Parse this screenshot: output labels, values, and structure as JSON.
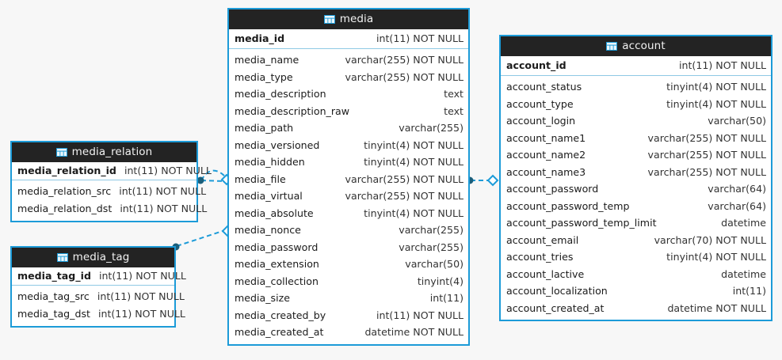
{
  "diagram": {
    "kind": "entity-relationship-diagram",
    "background_color": "#f7f7f7",
    "accent_color": "#1c9bd8",
    "header_color": "#232323",
    "header_text_color": "#f2f2f2",
    "table_icon_name": "table-icon"
  },
  "entities": [
    {
      "id": "media",
      "name": "media",
      "primary_key": {
        "name": "media_id",
        "type": "int(11) NOT NULL"
      },
      "columns": [
        {
          "name": "media_name",
          "type": "varchar(255) NOT NULL"
        },
        {
          "name": "media_type",
          "type": "varchar(255) NOT NULL"
        },
        {
          "name": "media_description",
          "type": "text"
        },
        {
          "name": "media_description_raw",
          "type": "text"
        },
        {
          "name": "media_path",
          "type": "varchar(255)"
        },
        {
          "name": "media_versioned",
          "type": "tinyint(4) NOT NULL"
        },
        {
          "name": "media_hidden",
          "type": "tinyint(4) NOT NULL"
        },
        {
          "name": "media_file",
          "type": "varchar(255) NOT NULL"
        },
        {
          "name": "media_virtual",
          "type": "varchar(255) NOT NULL"
        },
        {
          "name": "media_absolute",
          "type": "tinyint(4) NOT NULL"
        },
        {
          "name": "media_nonce",
          "type": "varchar(255)"
        },
        {
          "name": "media_password",
          "type": "varchar(255)"
        },
        {
          "name": "media_extension",
          "type": "varchar(50)"
        },
        {
          "name": "media_collection",
          "type": "tinyint(4)"
        },
        {
          "name": "media_size",
          "type": "int(11)"
        },
        {
          "name": "media_created_by",
          "type": "int(11) NOT NULL"
        },
        {
          "name": "media_created_at",
          "type": "datetime NOT NULL"
        }
      ]
    },
    {
      "id": "account",
      "name": "account",
      "primary_key": {
        "name": "account_id",
        "type": "int(11) NOT NULL"
      },
      "columns": [
        {
          "name": "account_status",
          "type": "tinyint(4) NOT NULL"
        },
        {
          "name": "account_type",
          "type": "tinyint(4) NOT NULL"
        },
        {
          "name": "account_login",
          "type": "varchar(50)"
        },
        {
          "name": "account_name1",
          "type": "varchar(255) NOT NULL"
        },
        {
          "name": "account_name2",
          "type": "varchar(255) NOT NULL"
        },
        {
          "name": "account_name3",
          "type": "varchar(255) NOT NULL"
        },
        {
          "name": "account_password",
          "type": "varchar(64)"
        },
        {
          "name": "account_password_temp",
          "type": "varchar(64)"
        },
        {
          "name": "account_password_temp_limit",
          "type": "datetime"
        },
        {
          "name": "account_email",
          "type": "varchar(70) NOT NULL"
        },
        {
          "name": "account_tries",
          "type": "tinyint(4) NOT NULL"
        },
        {
          "name": "account_lactive",
          "type": "datetime"
        },
        {
          "name": "account_localization",
          "type": "int(11)"
        },
        {
          "name": "account_created_at",
          "type": "datetime NOT NULL"
        }
      ]
    },
    {
      "id": "media_relation",
      "name": "media_relation",
      "primary_key": {
        "name": "media_relation_id",
        "type": "int(11) NOT NULL"
      },
      "columns": [
        {
          "name": "media_relation_src",
          "type": "int(11) NOT NULL"
        },
        {
          "name": "media_relation_dst",
          "type": "int(11) NOT NULL"
        }
      ]
    },
    {
      "id": "media_tag",
      "name": "media_tag",
      "primary_key": {
        "name": "media_tag_id",
        "type": "int(11) NOT NULL"
      },
      "columns": [
        {
          "name": "media_tag_src",
          "type": "int(11) NOT NULL"
        },
        {
          "name": "media_tag_dst",
          "type": "int(11) NOT NULL"
        }
      ]
    }
  ],
  "relationships": [
    {
      "id": "rel-media-relation-src-media",
      "from": "media_relation",
      "to": "media",
      "style": "dashed"
    },
    {
      "id": "rel-media-relation-dst-media",
      "from": "media_relation",
      "to": "media",
      "style": "dashed"
    },
    {
      "id": "rel-media-tag-media",
      "from": "media_tag",
      "to": "media",
      "style": "dashed"
    },
    {
      "id": "rel-media-account",
      "from": "media",
      "to": "account",
      "style": "dashed"
    }
  ]
}
